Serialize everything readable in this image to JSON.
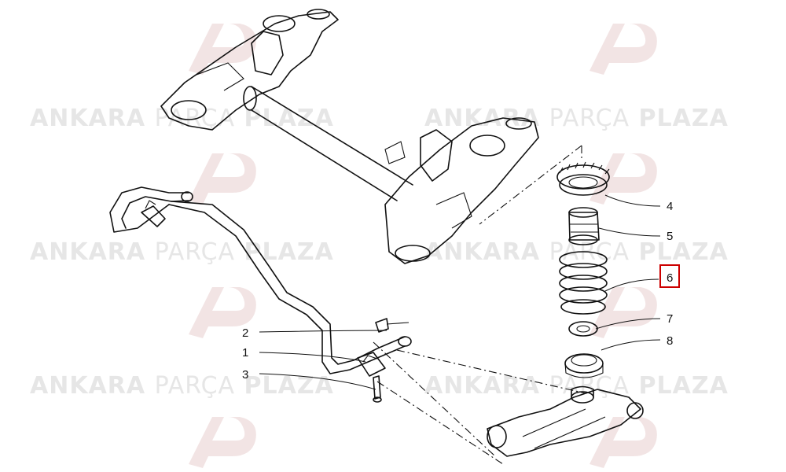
{
  "watermark": {
    "brand_bold_1": "ANKARA",
    "brand_light": "PARÇA",
    "brand_bold_2": "PLAZA",
    "logo_color": "#f0dede"
  },
  "callouts": [
    {
      "id": "1",
      "label": "1"
    },
    {
      "id": "2",
      "label": "2"
    },
    {
      "id": "3",
      "label": "3"
    },
    {
      "id": "4",
      "label": "4"
    },
    {
      "id": "5",
      "label": "5"
    },
    {
      "id": "6",
      "label": "6",
      "highlighted": true
    },
    {
      "id": "7",
      "label": "7"
    },
    {
      "id": "8",
      "label": "8"
    }
  ],
  "highlight_color": "#cc0000"
}
